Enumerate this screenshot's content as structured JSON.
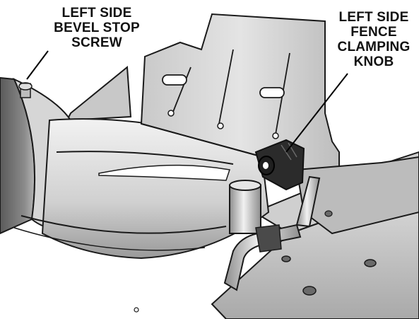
{
  "callouts": {
    "bevel_stop_screw": {
      "lines": [
        "LEFT SIDE",
        "BEVEL STOP",
        "SCREW"
      ]
    },
    "fence_clamping_knob": {
      "lines": [
        "LEFT SIDE",
        "FENCE",
        "CLAMPING",
        "KNOB"
      ]
    }
  },
  "colors": {
    "background": "#ffffff",
    "metal_light": "#e2e2e2",
    "metal_mid": "#c4c4c4",
    "metal_dark": "#8e8e8e",
    "knob": "#2b2b2b",
    "outline": "#1a1a1a"
  }
}
